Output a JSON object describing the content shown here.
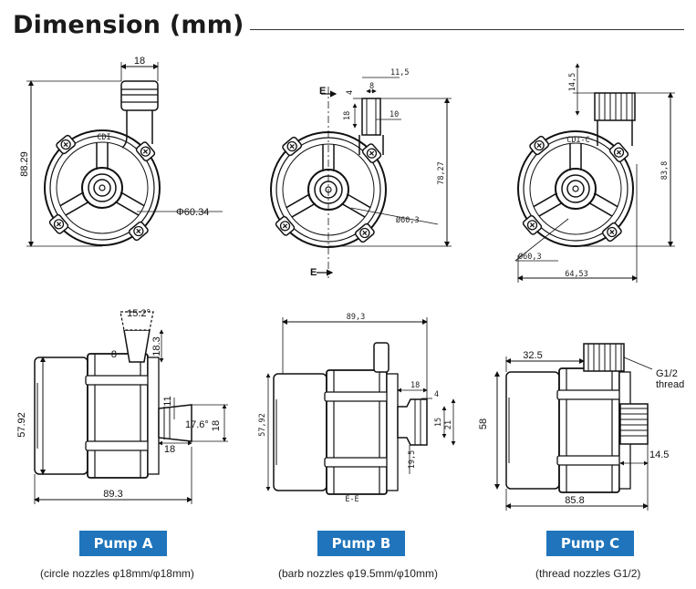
{
  "header": {
    "title": "Dimension (mm)"
  },
  "pump_a": {
    "top": {
      "nozzle_width": "18",
      "height": "88.29",
      "diameter": "Φ60.34",
      "logo": "CDI"
    },
    "side": {
      "angle": "15.2°",
      "nozzle_len": "18.3",
      "nozzle_w": "8",
      "height": "57.92",
      "outlet_d": "11",
      "angle2": "17.6°",
      "outlet_w": "18",
      "outlet_len": "18",
      "length": "89.3"
    },
    "badge": "Pump A",
    "caption": "(circle nozzles φ18mm/φ18mm)"
  },
  "pump_b": {
    "top": {
      "d1": "11,5",
      "d2": "8",
      "d3": "4",
      "d4": "18",
      "d5": "10",
      "height": "78,27",
      "diameter": "Ø60,3",
      "section": "E"
    },
    "side": {
      "length": "89,3",
      "height": "57,92",
      "d18": "18",
      "d4": "4",
      "d15": "15",
      "d21": "21",
      "d195": "19,5",
      "section": "E-E"
    },
    "badge": "Pump B",
    "caption": "(barb nozzles φ19.5mm/φ10mm)"
  },
  "pump_c": {
    "top": {
      "thread_h": "14,5",
      "height": "83,8",
      "diameter": "Ø60,3",
      "width": "64,53",
      "logo": "CDI-C"
    },
    "side": {
      "offset": "32.5",
      "thread_label_1": "G1/2",
      "thread_label_2": "thread",
      "height": "58",
      "outlet_len": "14.5",
      "length": "85.8"
    },
    "badge": "Pump C",
    "caption": "(thread nozzles G1/2)"
  },
  "colors": {
    "badge": "#1f74bb",
    "line": "#111111"
  }
}
